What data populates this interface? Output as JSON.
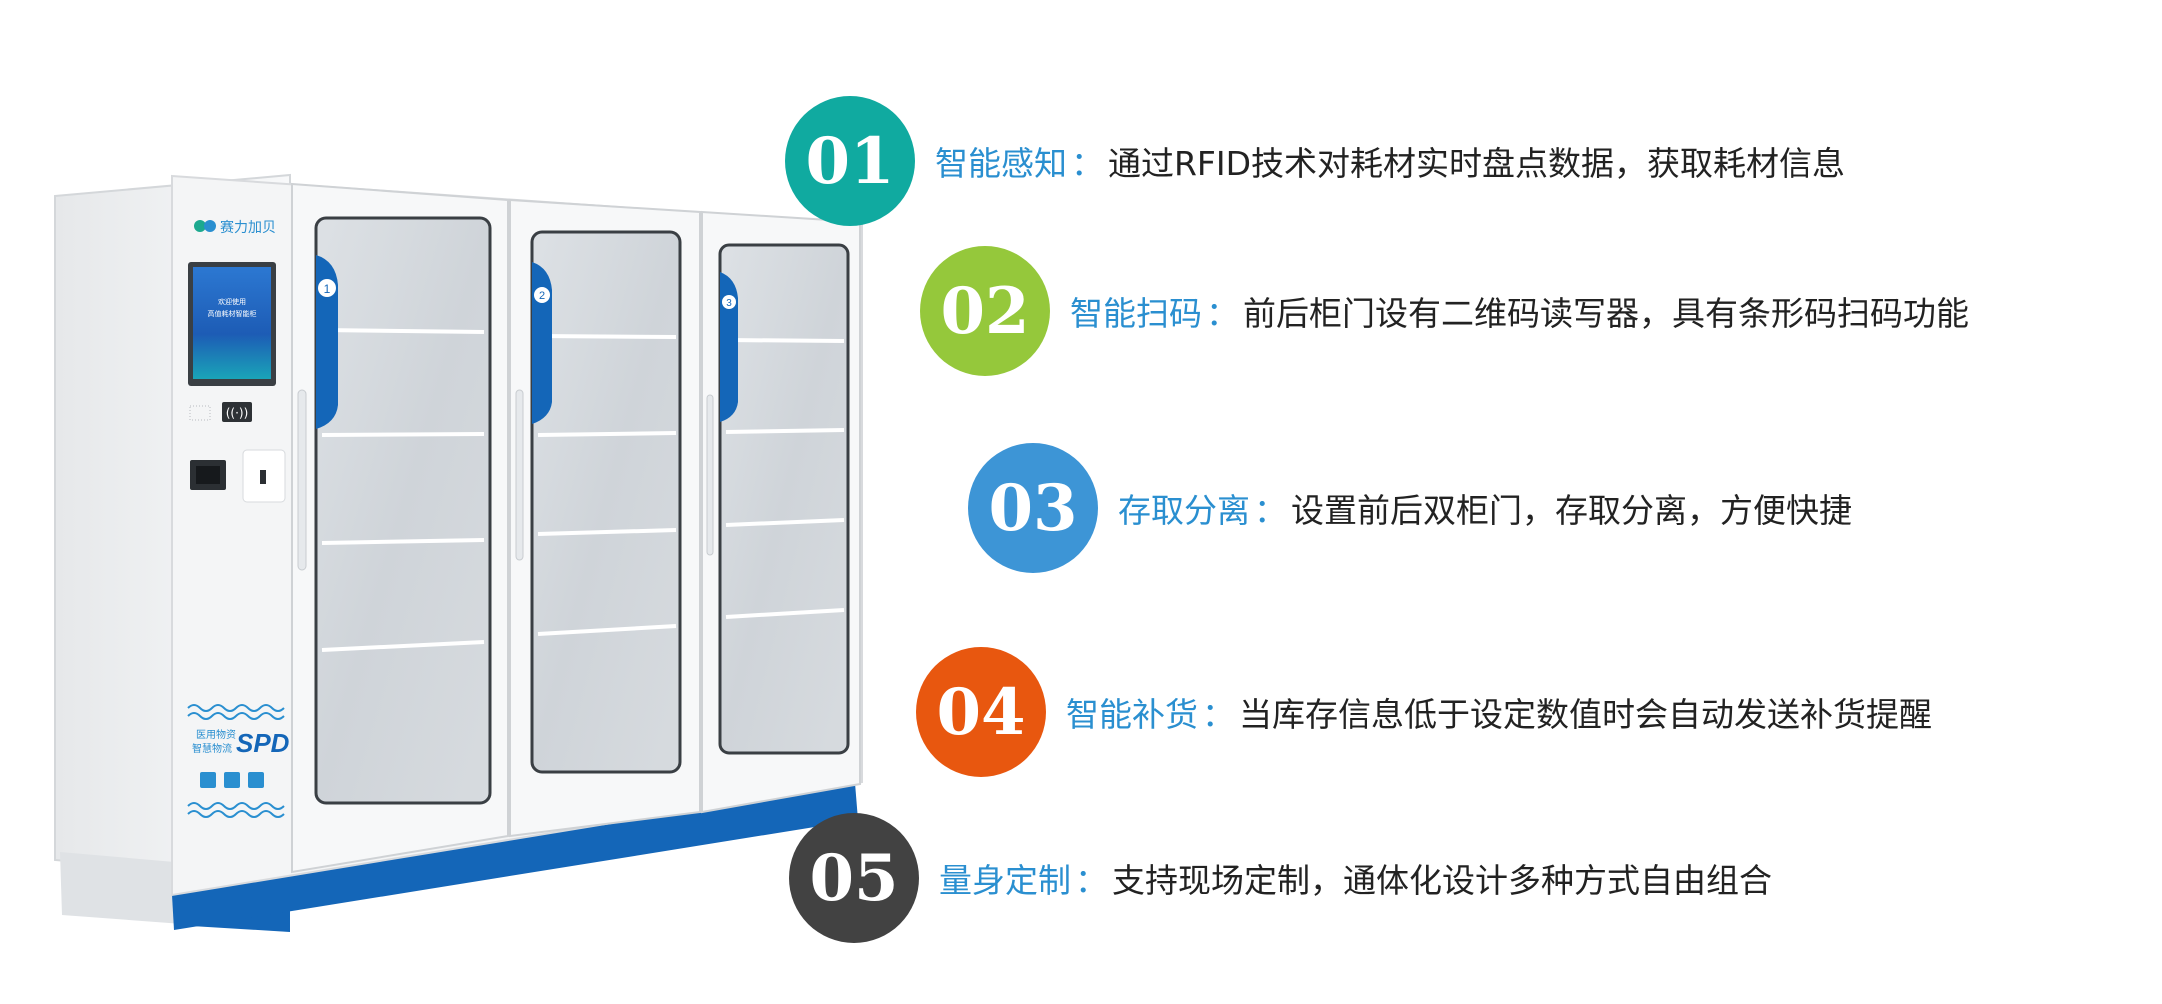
{
  "colors": {
    "teal": "#10aaa0",
    "green": "#95c83b",
    "blue": "#3d95d6",
    "orange": "#e8570f",
    "dark": "#424242",
    "title_blue": "#2a8fd0",
    "cabinet_blue": "#1466b8"
  },
  "cabinet": {
    "brand": "赛力加贝",
    "screen_line1": "欢迎使用",
    "screen_line2": "高值耗材智能柜",
    "door_numbers": [
      "1",
      "2",
      "3"
    ],
    "spd_caption_line1": "医用物资",
    "spd_caption_line2": "智慧物流",
    "spd_logo": "SPD"
  },
  "features": [
    {
      "number": "01",
      "title": "智能感知",
      "colon": "：",
      "desc": "通过RFID技术对耗材实时盘点数据，获取耗材信息",
      "color": "#10aaa0"
    },
    {
      "number": "02",
      "title": "智能扫码",
      "colon": "：",
      "desc": "前后柜门设有二维码读写器，具有条形码扫码功能",
      "color": "#95c83b"
    },
    {
      "number": "03",
      "title": "存取分离",
      "colon": "：",
      "desc": "设置前后双柜门，存取分离，方便快捷",
      "color": "#3d95d6"
    },
    {
      "number": "04",
      "title": "智能补货",
      "colon": "：",
      "desc": "当库存信息低于设定数值时会自动发送补货提醒",
      "color": "#e8570f"
    },
    {
      "number": "05",
      "title": "量身定制",
      "colon": "：",
      "desc": "支持现场定制，通体化设计多种方式自由组合",
      "color": "#424242"
    }
  ]
}
